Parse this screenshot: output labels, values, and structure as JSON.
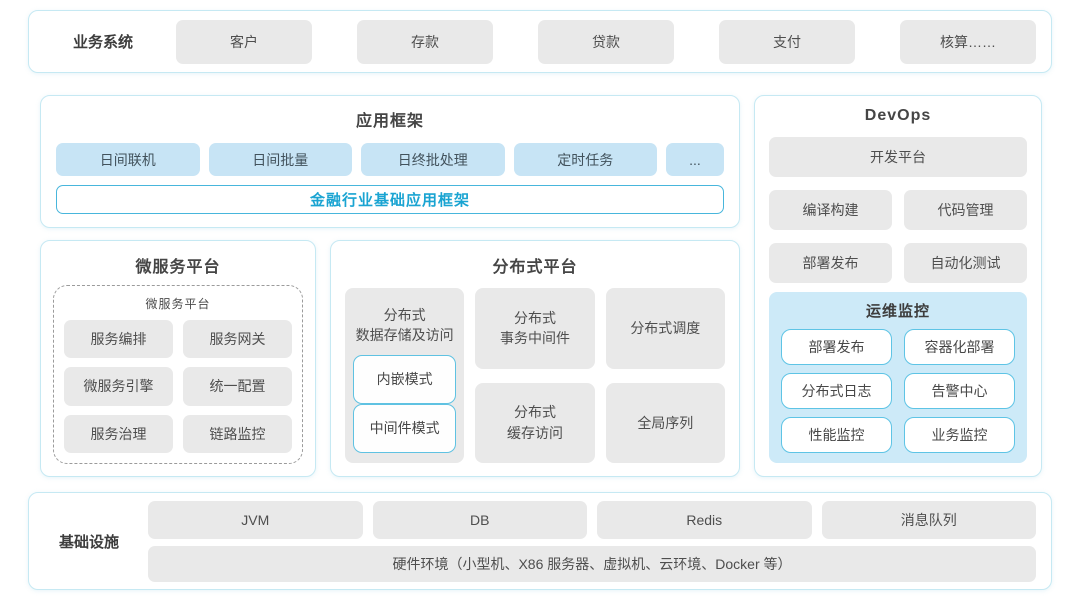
{
  "colors": {
    "container_border": "#c6e9f3",
    "gray_box_bg": "#e9e9e9",
    "light_blue_box_bg": "#c7e4f5",
    "accent_blue_text": "#1aa4d2",
    "accent_blue_border": "#48b6dc",
    "monitor_bg": "#cdeaf8",
    "monitor_item_border": "#5ec4e5",
    "dark_text": "#454545"
  },
  "business_systems": {
    "label": "业务系统",
    "items": [
      "客户",
      "存款",
      "贷款",
      "支付",
      "核算……"
    ]
  },
  "app_framework": {
    "title": "应用框架",
    "items": [
      "日间联机",
      "日间批量",
      "日终批处理",
      "定时任务",
      "..."
    ],
    "base": "金融行业基础应用框架"
  },
  "microservice_platform": {
    "title": "微服务平台",
    "inner_title": "微服务平台",
    "items": [
      "服务编排",
      "服务网关",
      "微服务引擎",
      "统一配置",
      "服务治理",
      "链路监控"
    ]
  },
  "distributed_platform": {
    "title": "分布式平台",
    "storage": {
      "title": "分布式\n数据存储及访问",
      "modes": [
        "内嵌模式",
        "中间件模式"
      ]
    },
    "columns": [
      {
        "top": "分布式\n事务中间件",
        "bottom": "分布式\n缓存访问"
      },
      {
        "top": "分布式调度",
        "bottom": "全局序列"
      }
    ]
  },
  "devops": {
    "title": "DevOps",
    "platform": "开发平台",
    "items": [
      "编译构建",
      "代码管理",
      "部署发布",
      "自动化测试"
    ],
    "monitoring": {
      "title": "运维监控",
      "items": [
        "部署发布",
        "容器化部署",
        "分布式日志",
        "告警中心",
        "性能监控",
        "业务监控"
      ]
    }
  },
  "infrastructure": {
    "label": "基础设施",
    "items": [
      "JVM",
      "DB",
      "Redis",
      "消息队列"
    ],
    "hardware": "硬件环境（小型机、X86 服务器、虚拟机、云环境、Docker 等）"
  }
}
